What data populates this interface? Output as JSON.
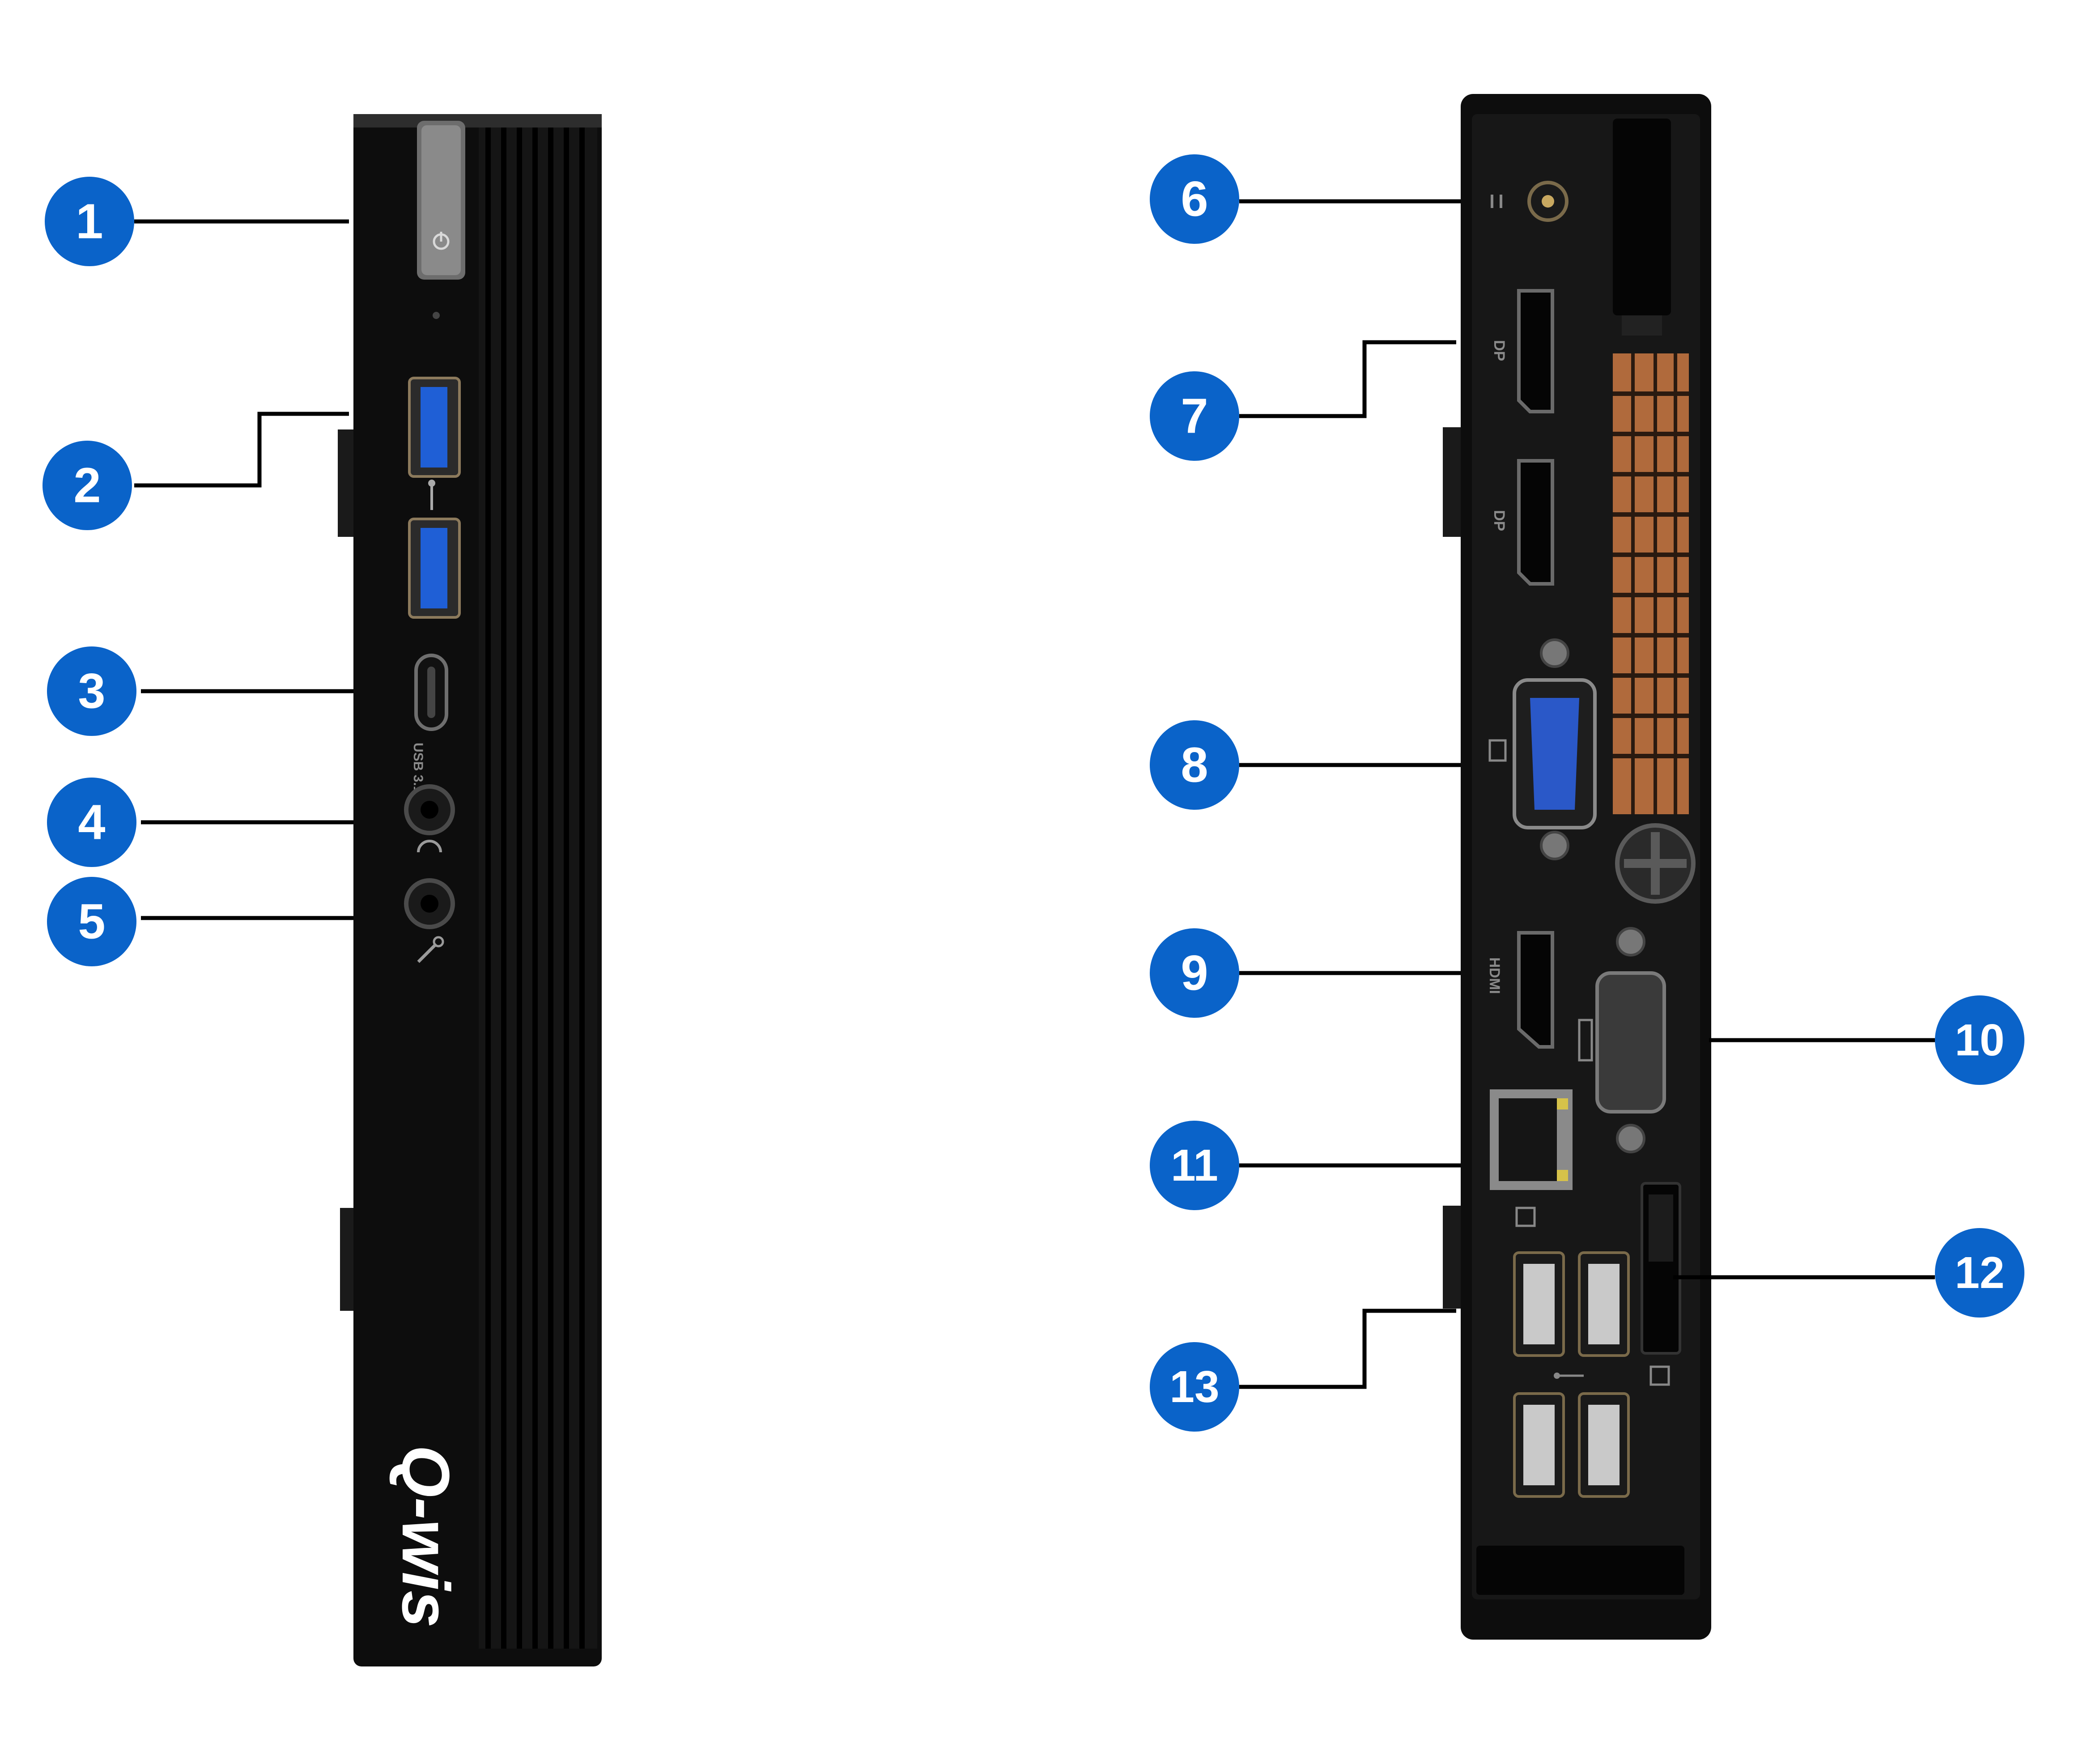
{
  "colors": {
    "callout_fill": "#0a63c9",
    "callout_text": "#ffffff",
    "leader_line": "#000000",
    "chassis": "#111111",
    "usb3_blue": "#1f5fd6",
    "vga_blue": "#2a58c8",
    "copper_vent": "#b06a3c",
    "background": "#ffffff"
  },
  "front_panel": {
    "brand_logo": "Q-wis",
    "trademark": "®",
    "usb_c_label": "USB 3.1",
    "icons": [
      "power-button-icon",
      "usb-icon",
      "headphone-icon",
      "microphone-icon"
    ]
  },
  "rear_panel": {
    "dp_label": "DP",
    "hdmi_label": "HDMI",
    "icons": [
      "dc-power-icon",
      "vga-monitor-icon",
      "serial-port-icon",
      "lan-icon",
      "usb-icon",
      "kensington-lock-icon"
    ]
  },
  "callouts": [
    "1",
    "2",
    "3",
    "4",
    "5",
    "6",
    "7",
    "8",
    "9",
    "10",
    "11",
    "12",
    "13"
  ]
}
